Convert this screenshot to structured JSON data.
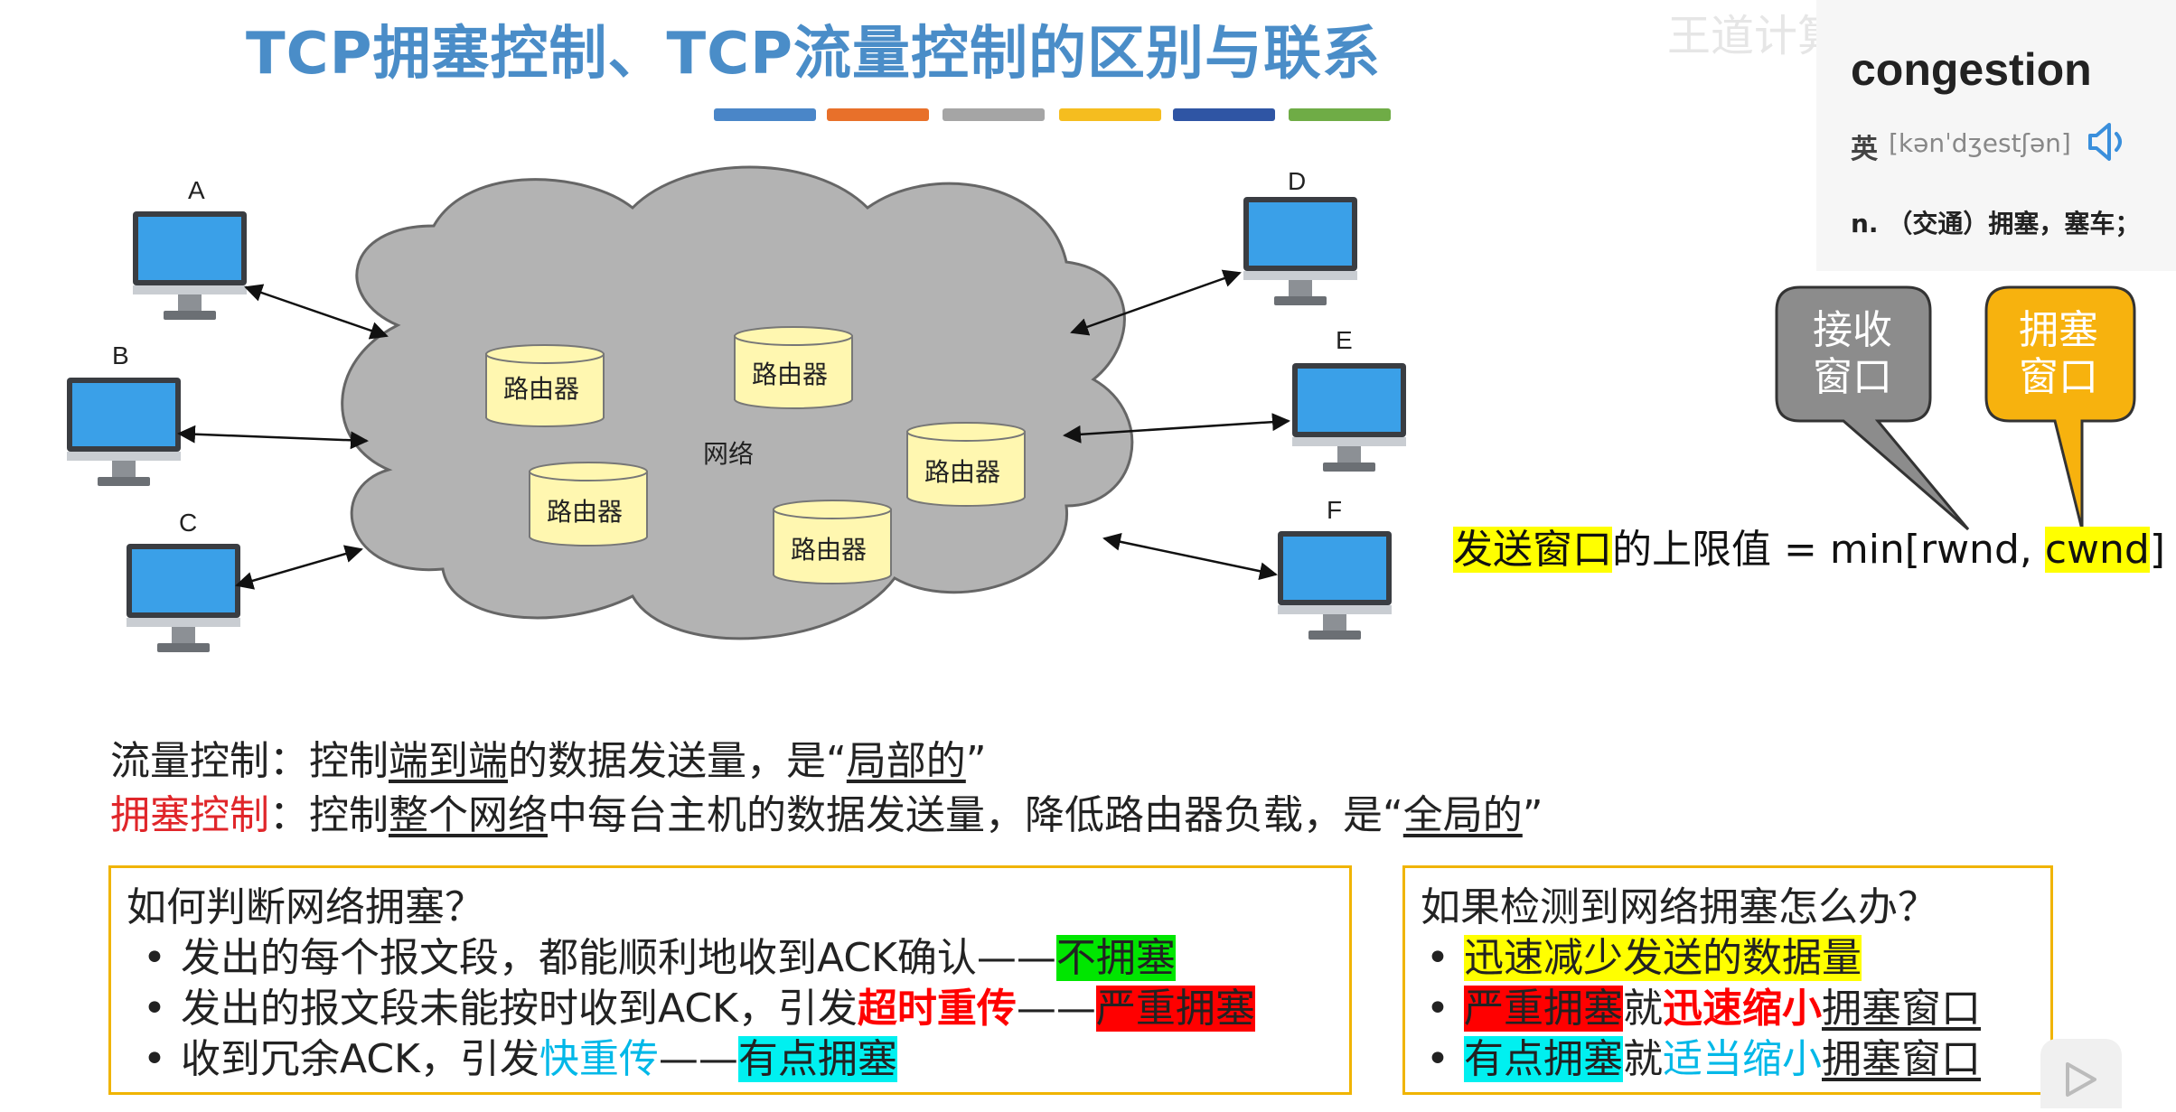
{
  "title": "TCP拥塞控制、TCP流量控制的区别与联系",
  "color_bars": [
    "#4a86c8",
    "#e8702a",
    "#a5a5a5",
    "#f5bd1f",
    "#2f55a4",
    "#6fac46"
  ],
  "watermark": "王道计算机教育",
  "network": {
    "hosts": [
      "A",
      "B",
      "C",
      "D",
      "E",
      "F"
    ],
    "routers": [
      "路由器",
      "路由器",
      "路由器",
      "路由器",
      "路由器"
    ],
    "cloud_label": "网络"
  },
  "dictionary": {
    "word": "congestion",
    "lang": "英",
    "phonetic": "[kənˈdʒestʃən]",
    "icon": "speaker-icon",
    "definition": "n. （交通）拥塞，塞车；"
  },
  "bubbles": {
    "receive_window": [
      "接收",
      "窗口"
    ],
    "congestion_window": [
      "拥塞",
      "窗口"
    ]
  },
  "formula": {
    "part1": "发送窗口",
    "part2": "的上限值 = min[rwnd, ",
    "part3": "cwnd",
    "part4": "]"
  },
  "flow_control": {
    "label": "流量控制",
    "t1": "：控制",
    "t2": "端到端",
    "t3": "的数据发送量，是“",
    "t4": "局部的",
    "t5": "”"
  },
  "congestion_control": {
    "label": "拥塞控制",
    "t1": "：控制",
    "t2": "整个网络",
    "t3": "中每台主机的数据发送量，降低路由器负载，是“",
    "t4": "全局的",
    "t5": "”"
  },
  "judge_box": {
    "heading": "如何判断网络拥塞？",
    "bullet": "•",
    "item1": {
      "text": "发出的每个报文段，都能顺利地收到ACK确认——",
      "tag": "不拥塞"
    },
    "item2": {
      "text1": "发出的报文段未能按时收到ACK，引发",
      "highlight": "超时重传",
      "text2": "——",
      "tag": "严重拥塞"
    },
    "item3": {
      "text1": "收到冗余ACK，引发",
      "highlight": "快重传",
      "text2": "——",
      "tag": "有点拥塞"
    }
  },
  "action_box": {
    "heading": "如果检测到网络拥塞怎么办？",
    "bullet": "•",
    "item1": {
      "tag": "迅速减少发送的数据量"
    },
    "item2": {
      "tag": "严重拥塞",
      "mid": "就",
      "action": "迅速缩小",
      "obj": "拥塞窗口"
    },
    "item3": {
      "tag": "有点拥塞",
      "mid": "就",
      "action": "适当缩小",
      "obj": "拥塞窗口"
    }
  }
}
